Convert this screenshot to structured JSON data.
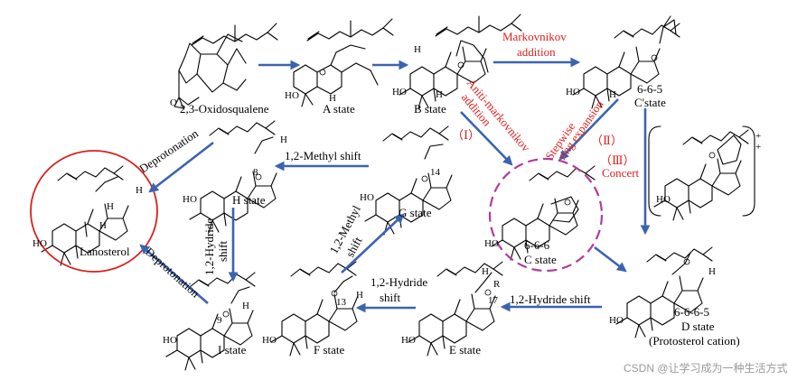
{
  "molecules": {
    "oxidosqualene": "2,3-Oxidosqualene",
    "oxido_o": "O",
    "a_state": "A state",
    "b_state": "B state",
    "c_prime_state": "C'state",
    "c_prime_ring": "6-6-5",
    "c_state": "C state",
    "c_ring": "6-6-6",
    "d_state": "D state",
    "d_ring": "6-6-6-5",
    "d_sub": "(Protosterol cation)",
    "e_state": "E state",
    "f_state": "F state",
    "g_state": "G state",
    "h_state": "H state",
    "i_state": "I state",
    "lanosterol": "Lanosterol"
  },
  "atoms": {
    "ho": "HO",
    "h": "H",
    "r": "R",
    "plus": "+",
    "n8": "8",
    "n9": "9",
    "n13": "13",
    "n14": "14",
    "n17": "17"
  },
  "steps": {
    "markovnikov": "Markovnikov",
    "markovnikov_2": "addition",
    "anti_markovnikov": "Aniti-markovnikov",
    "anti_markovnikov_2": "addition",
    "stepwise": "Stepwise",
    "stepwise_2": "ring expansion",
    "path_i": "（Ⅰ）",
    "path_ii": "（Ⅱ）",
    "path_iii": "（Ⅲ）",
    "concert": "Concert",
    "hydride_shift_e": "1,2-Hydride shift",
    "hydride_shift_f": "1,2-Hydride",
    "hydride_shift_f_2": "shift",
    "methyl_shift_g": "1,2-Methyl",
    "methyl_shift_g_2": "shift",
    "methyl_shift_h": "1,2-Methyl shift",
    "hydride_shift_i": "1,2-Hydride",
    "hydride_shift_i_2": "shift",
    "deprotonation_top": "Deprotonation",
    "deprotonation_bottom": "Deprotonation"
  },
  "watermark": "CSDN @让学习成为一种生活方式",
  "colors": {
    "arrow": "#3b63b0",
    "step_red": "#e0201c",
    "circle_red": "#d8201c",
    "dashed_magenta": "#b23a9a",
    "watermark": "#9a9a9a"
  }
}
